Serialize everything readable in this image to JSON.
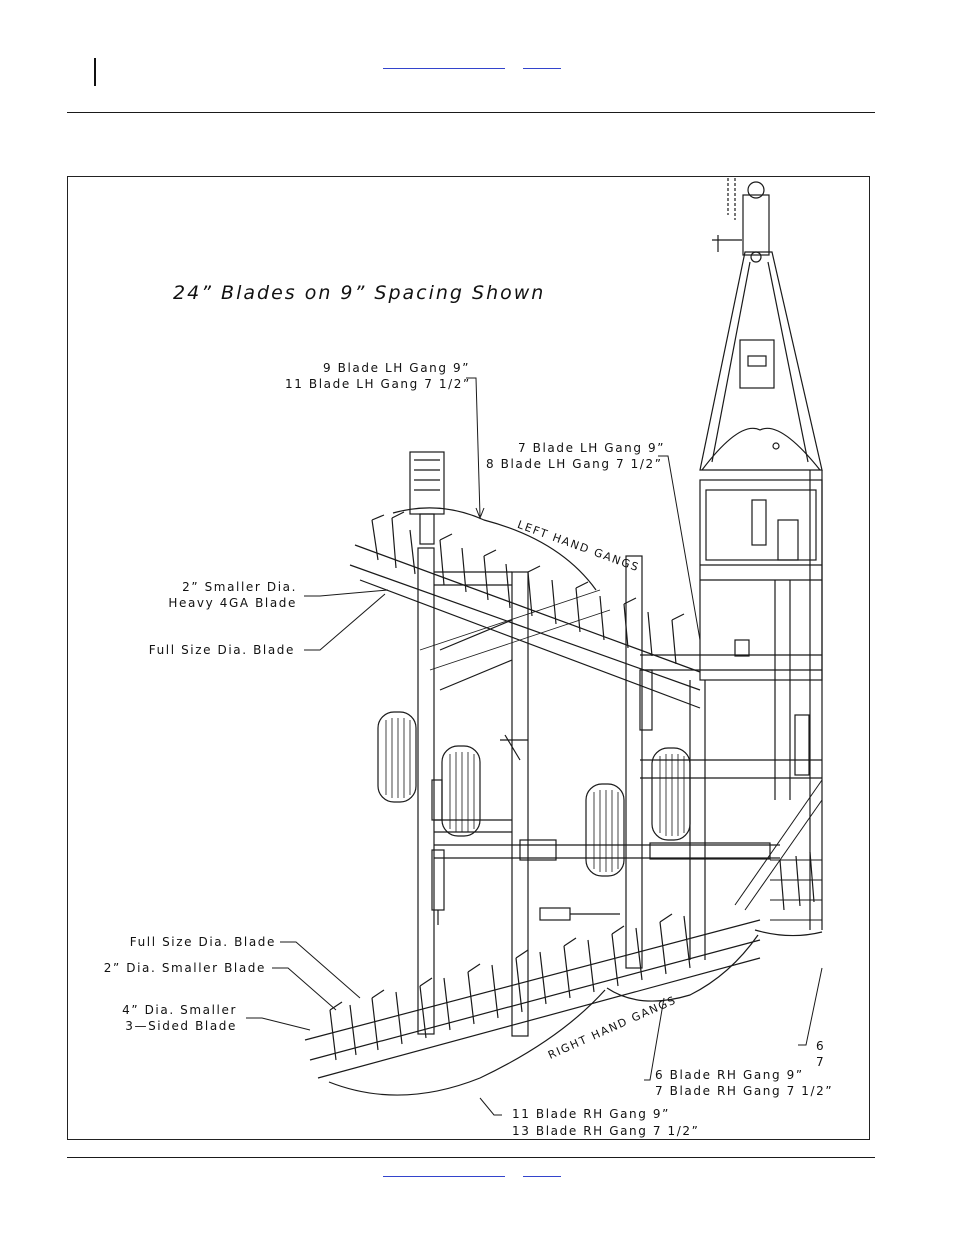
{
  "figure": {
    "title": "24” Blades on 9” Spacing Shown",
    "callouts": {
      "lh_gang_9_blade": "9 Blade LH Gang 9”",
      "lh_gang_11_blade": "11 Blade LH Gang 7 1/2”",
      "lh_gang_7_blade": "7 Blade LH Gang 9”",
      "lh_gang_8_blade": "8 Blade LH Gang 7 1/2”",
      "smaller_dia_heavy_line1": "2” Smaller Dia.",
      "smaller_dia_heavy_line2": "Heavy 4GA Blade",
      "full_size_upper": "Full Size Dia. Blade",
      "full_size_lower": "Full Size Dia. Blade",
      "two_in_smaller": "2” Dia. Smaller Blade",
      "four_in_smaller_line1": "4” Dia. Smaller",
      "four_in_smaller_line2": "3—Sided Blade",
      "left_hand_gangs": "LEFT HAND GANGS",
      "right_hand_gangs": "RIGHT HAND GANGS",
      "rh_gang_6_blade": "6 Blade RH Gang 9”",
      "rh_gang_7_blade": "7 Blade RH Gang 7 1/2”",
      "rh_gang_11_blade": "11 Blade RH Gang 9”",
      "rh_gang_13_blade": "13 Blade RH Gang 7 1/2”",
      "edge_6": "6",
      "edge_7": "7"
    }
  },
  "colors": {
    "link": "#3344cc",
    "ink": "#111111"
  }
}
